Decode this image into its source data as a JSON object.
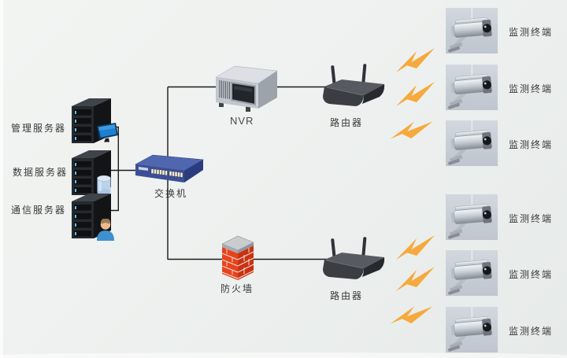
{
  "colors": {
    "background": "#edf0ee",
    "line": "#1b1b1b",
    "label_text": "#383838",
    "lightning_orange": "#f6a93c",
    "camera_panel_bg": "#c8cfd7",
    "switch_blue": "#5067b0",
    "firewall_red": "#e8431d",
    "router_gray": "#3a3d42",
    "nvr_silver": "#c2c7cd"
  },
  "servers": [
    {
      "id": "management-server",
      "label": "管理服务器",
      "icon": "monitor-icon"
    },
    {
      "id": "data-server",
      "label": "数据服务器",
      "icon": "database-icon"
    },
    {
      "id": "communication-server",
      "label": "通信服务器",
      "icon": "user-icon"
    }
  ],
  "core_devices": {
    "switch_label": "交换机",
    "nvr_label": "NVR",
    "router_top_label": "路由器",
    "router_bottom_label": "路由器",
    "firewall_label": "防火墙"
  },
  "terminals": [
    {
      "label": "监测终端"
    },
    {
      "label": "监测终端"
    },
    {
      "label": "监测终端"
    },
    {
      "label": "监测终端"
    },
    {
      "label": "监测终端"
    },
    {
      "label": "监测终端"
    }
  ]
}
